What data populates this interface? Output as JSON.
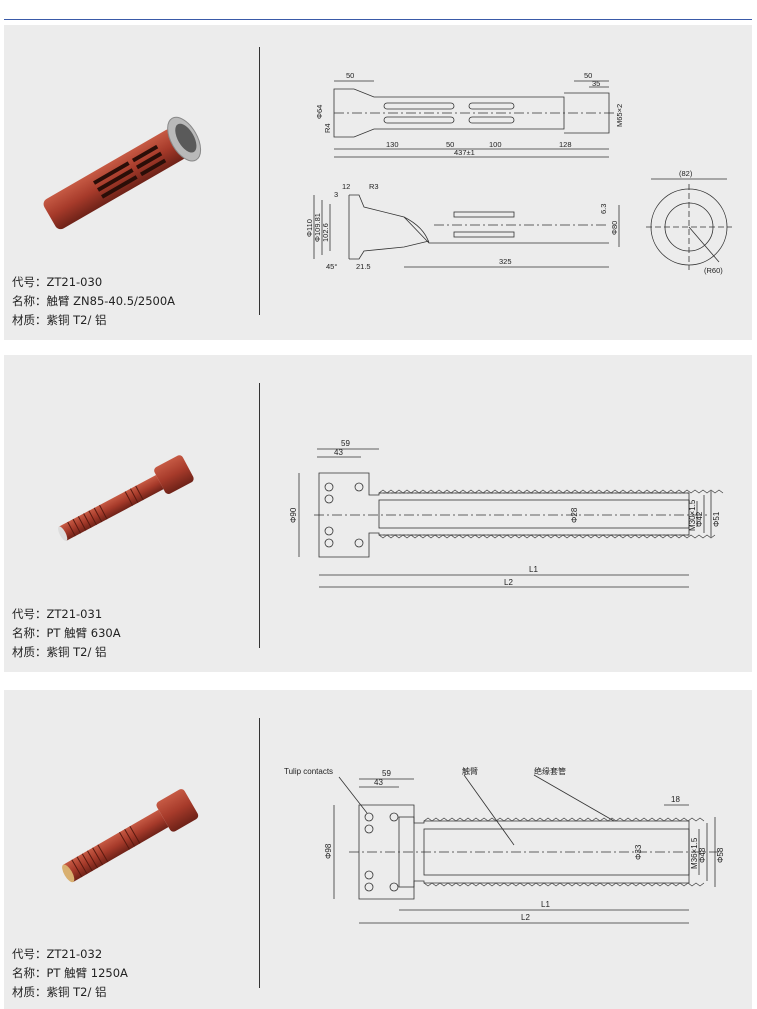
{
  "products": [
    {
      "code": "代号：ZT21-030",
      "name": "名称：触臂 ZN85-40.5/2500A",
      "material": "材质：紫铜 T2/ 铝",
      "drawing_labels": {
        "d50_top_left": "50",
        "d50_top_right": "50",
        "d35": "35",
        "phi64": "Φ64",
        "r4": "R4",
        "m65": "M65×2",
        "d130": "130",
        "d50_mid": "50",
        "d100": "100",
        "d128": "128",
        "d437": "437±1",
        "d12": "12",
        "r3": "R3",
        "d3": "3",
        "phi110": "Φ110",
        "phi109": "Φ109.81",
        "phi102": "102.6",
        "phi80": "Φ80",
        "d21": "21.5",
        "d325": "325",
        "d82": "(82)",
        "r60": "(R60)",
        "ang": "45°",
        "ang2": "6.3"
      }
    },
    {
      "code": "代号：ZT21-031",
      "name": "名称：PT 触臂 630A",
      "material": "材质：紫铜 T2/ 铝",
      "drawing_labels": {
        "d59": "59",
        "d43": "43",
        "phi90": "Φ90",
        "phi28": "Φ28",
        "m30": "M30×1.5",
        "phi42": "Φ42",
        "phi51": "Φ51",
        "l1": "L1",
        "l2": "L2"
      }
    },
    {
      "code": "代号：ZT21-032",
      "name": "名称：PT 触臂 1250A",
      "material": "材质：紫铜 T2/ 铝",
      "drawing_labels": {
        "tulip": "Tulip contacts",
        "arm": "触臂",
        "sleeve": "绝缘套管",
        "d59": "59",
        "d43": "43",
        "d18": "18",
        "phi98": "Φ98",
        "phi33": "Φ33",
        "m36": "M36×1.5",
        "phi48": "Φ48",
        "phi58": "Φ58",
        "l1": "L1",
        "l2": "L2"
      }
    }
  ],
  "colors": {
    "copper": "#a63a2a",
    "silver": "#c9c9c9",
    "panel": "#ececec"
  }
}
